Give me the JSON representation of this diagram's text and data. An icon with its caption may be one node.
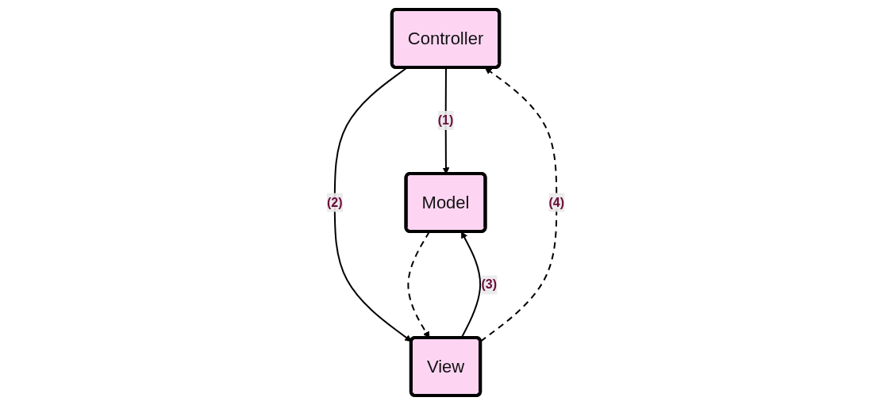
{
  "diagram": {
    "nodes": [
      {
        "text": [
          "Controller"
        ]
      },
      {
        "text": [
          "View"
        ]
      },
      {
        "text": [
          "Model"
        ]
      }
    ],
    "edges": [
      {
        "from": 0,
        "to": 2,
        "arrow": "to",
        "label": "(1)"
      },
      {
        "from": 0,
        "to": 1,
        "arrow": "to",
        "label": "(2)"
      },
      {
        "from": 2,
        "to": 1,
        "arrow": "to",
        "style": "dashed"
      },
      {
        "from": 1,
        "to": 2,
        "arrow": "to",
        "label": "(3)"
      },
      {
        "from": 1,
        "to": 0,
        "arrow": "to",
        "style": "dashed",
        "label": "(4)"
      }
    ]
  }
}
